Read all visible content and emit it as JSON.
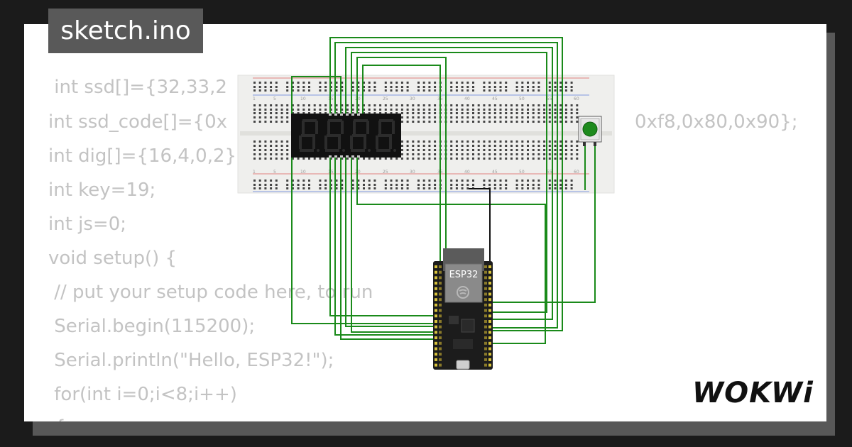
{
  "title": "sketch.ino",
  "code_lines": [
    " int ssd[]={32,33,2",
    "int ssd_code[]={0x",
    "int dig[]={16,4,0,2}",
    "int key=19;",
    "int js=0;",
    "void setup() {",
    " // put your setup code here, to run",
    " Serial.begin(115200);",
    " Serial.println(\"Hello, ESP32!\");",
    " for(int i=0;i<8;i++)",
    " {"
  ],
  "code_line_tail": "0xf8,0x80,0x90};",
  "breadboard_numbers": [
    "1",
    "5",
    "10",
    "15",
    "20",
    "25",
    "30",
    "35",
    "40",
    "45",
    "50",
    "55",
    "60"
  ],
  "board_label": "ESP32",
  "logo": "WOKWi",
  "colors": {
    "wire": "#1a8a1a",
    "segment": "#2c2c2c",
    "display_bg": "#111111",
    "button": "#1d8a1d",
    "board": "#1c1c1c"
  }
}
